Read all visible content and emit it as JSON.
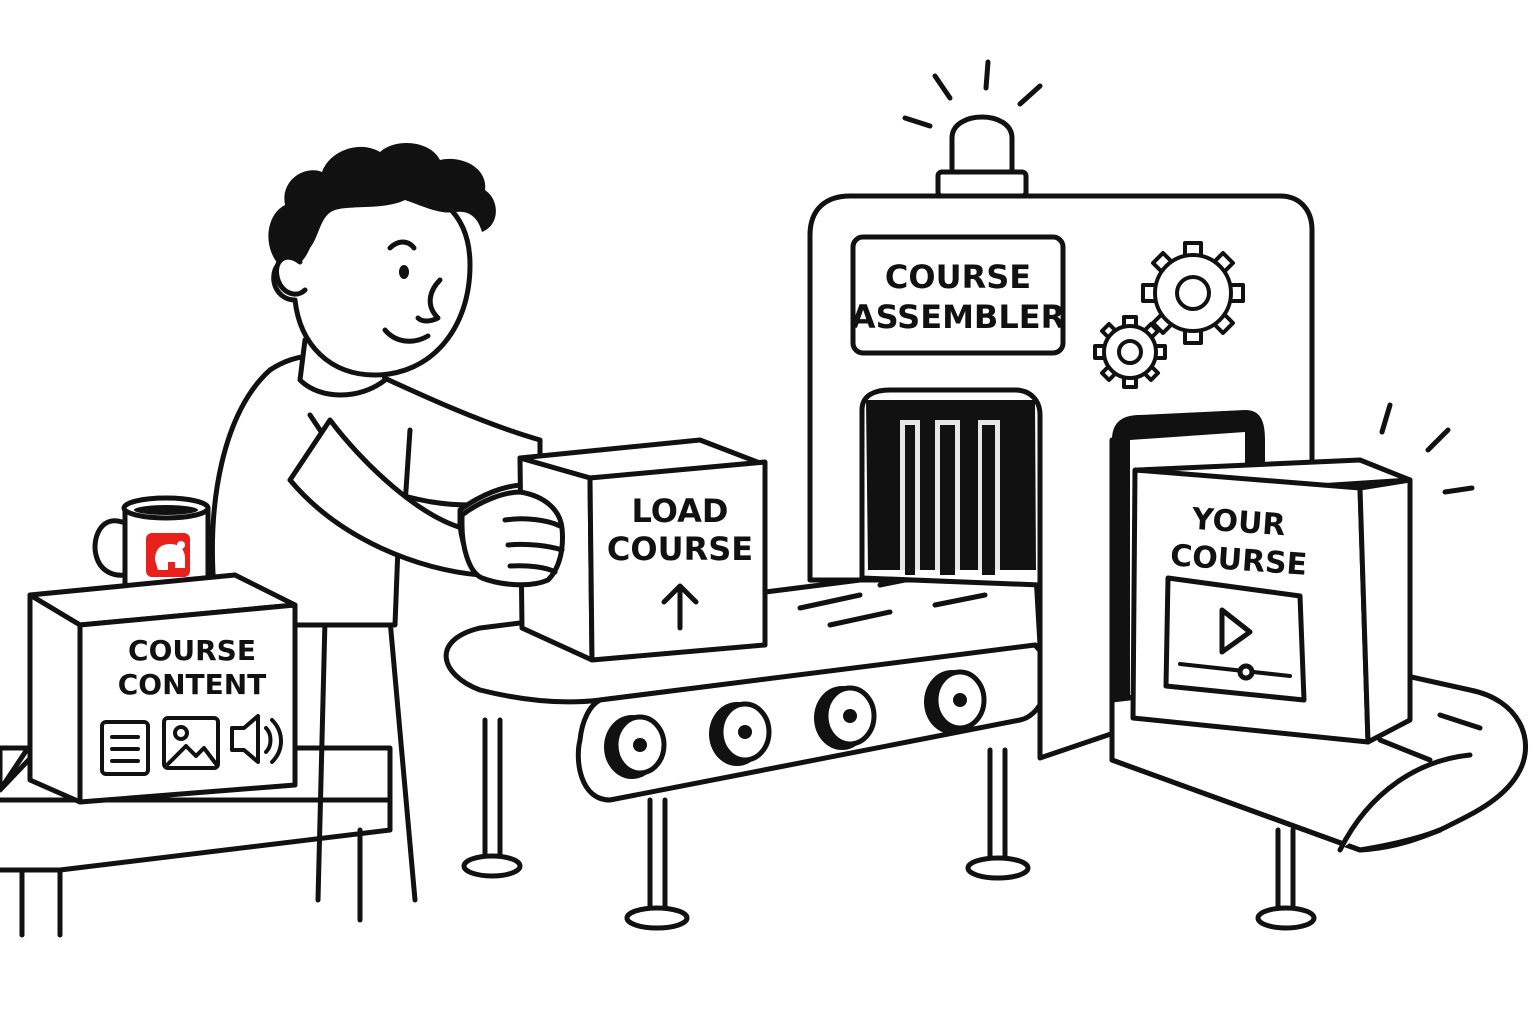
{
  "labels": {
    "content_box_line1": "COURSE",
    "content_box_line2": "CONTENT",
    "load_box_line1": "LOAD",
    "load_box_line2": "COURSE",
    "machine_line1": "COURSE",
    "machine_line2": "ASSEMBLER",
    "output_box_line1": "YOUR",
    "output_box_line2": "COURSE"
  },
  "colors": {
    "ink": "#111111",
    "background": "#ffffff",
    "mug_logo": "#e8211b"
  },
  "icons": {
    "content_box": [
      "document-icon",
      "image-icon",
      "speaker-icon"
    ],
    "load_box": "arrow-up-icon",
    "output_box": "video-player-icon",
    "machine": "gears-icon",
    "beacon": "alarm-light-icon",
    "mug": "elephant-logo-icon"
  }
}
